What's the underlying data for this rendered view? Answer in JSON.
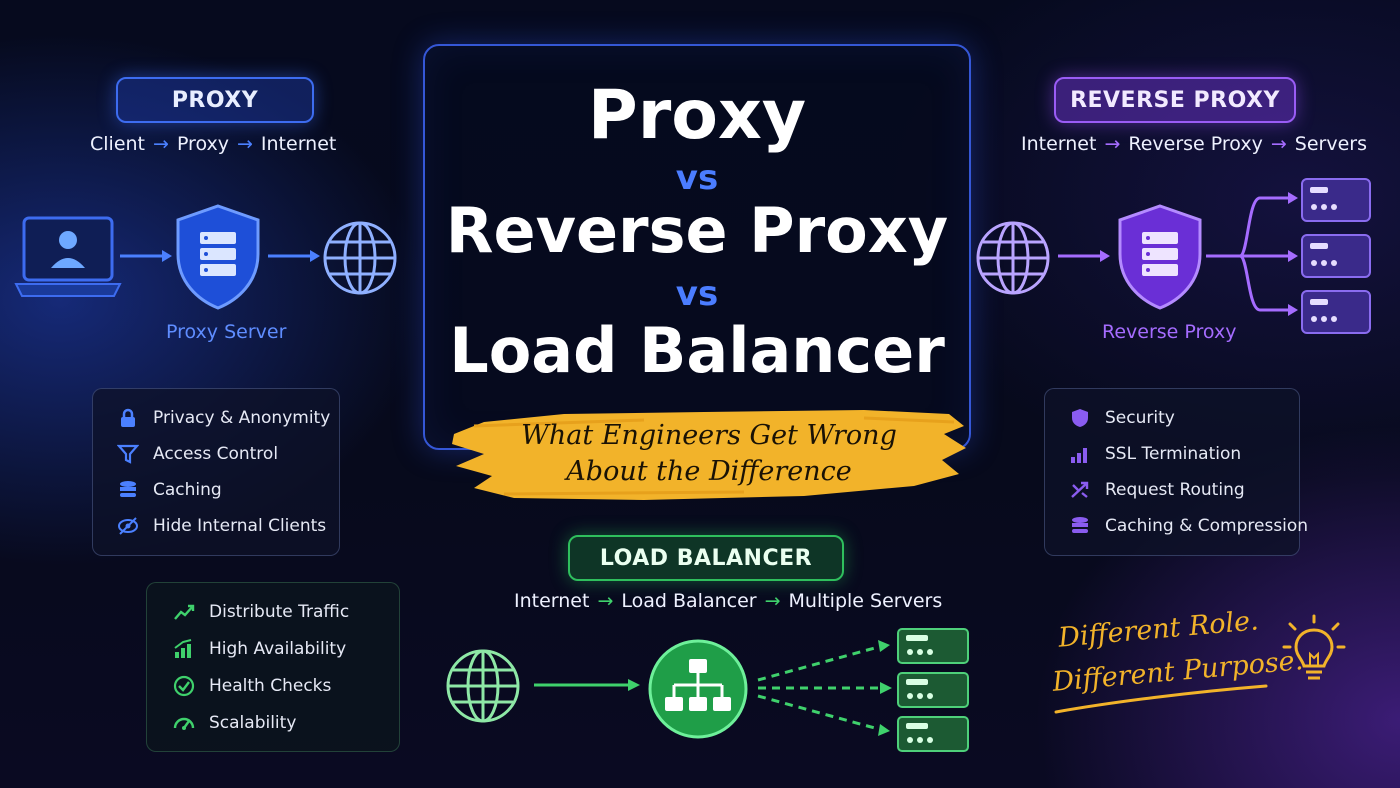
{
  "title": {
    "line1": "Proxy",
    "vs1": "vs",
    "line2": "Reverse Proxy",
    "vs2": "vs",
    "line3": "Load Balancer",
    "subtitle_line1": "What Engineers Get Wrong",
    "subtitle_line2": "About the Difference"
  },
  "proxy": {
    "label": "PROXY",
    "flow": [
      "Client",
      "Proxy",
      "Internet"
    ],
    "caption": "Proxy Server",
    "features": [
      {
        "icon": "lock-icon",
        "text": "Privacy & Anonymity"
      },
      {
        "icon": "filter-icon",
        "text": "Access Control"
      },
      {
        "icon": "database-icon",
        "text": "Caching"
      },
      {
        "icon": "eye-off-icon",
        "text": "Hide Internal Clients"
      }
    ]
  },
  "reverse_proxy": {
    "label": "REVERSE PROXY",
    "flow": [
      "Internet",
      "Reverse Proxy",
      "Servers"
    ],
    "caption": "Reverse Proxy",
    "features": [
      {
        "icon": "shield-icon",
        "text": "Security"
      },
      {
        "icon": "bar-chart-icon",
        "text": "SSL Termination"
      },
      {
        "icon": "routing-arrows-icon",
        "text": "Request Routing"
      },
      {
        "icon": "database-icon",
        "text": "Caching & Compression"
      }
    ]
  },
  "load_balancer": {
    "label": "LOAD BALANCER",
    "flow": [
      "Internet",
      "Load Balancer",
      "Multiple Servers"
    ],
    "features": [
      {
        "icon": "trend-line-icon",
        "text": "Distribute Traffic"
      },
      {
        "icon": "trend-bars-icon",
        "text": "High Availability"
      },
      {
        "icon": "check-circle-icon",
        "text": "Health Checks"
      },
      {
        "icon": "gauge-icon",
        "text": "Scalability"
      }
    ]
  },
  "tagline": {
    "line1": "Different Role.",
    "line2": "Different Purpose."
  },
  "colors": {
    "proxy_blue": "#3d6cf0",
    "reverse_purple": "#9a5cf5",
    "lb_green": "#2fbf5d",
    "highlight_yellow": "#f2b32a"
  }
}
